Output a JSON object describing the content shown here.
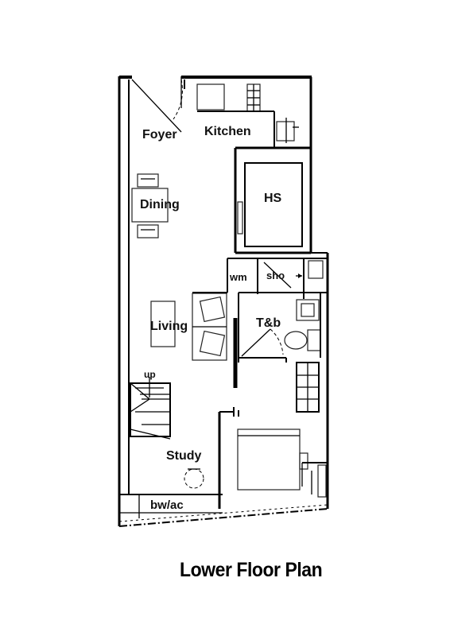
{
  "plan": {
    "caption": "Lower Floor Plan",
    "rooms": {
      "foyer": "Foyer",
      "kitchen": "Kitchen",
      "dining": "Dining",
      "hs": "HS",
      "wm": "wm",
      "sho": "sho",
      "living": "Living",
      "tb": "T&b",
      "up": "up",
      "study": "Study",
      "bwac": "bw/ac"
    }
  }
}
